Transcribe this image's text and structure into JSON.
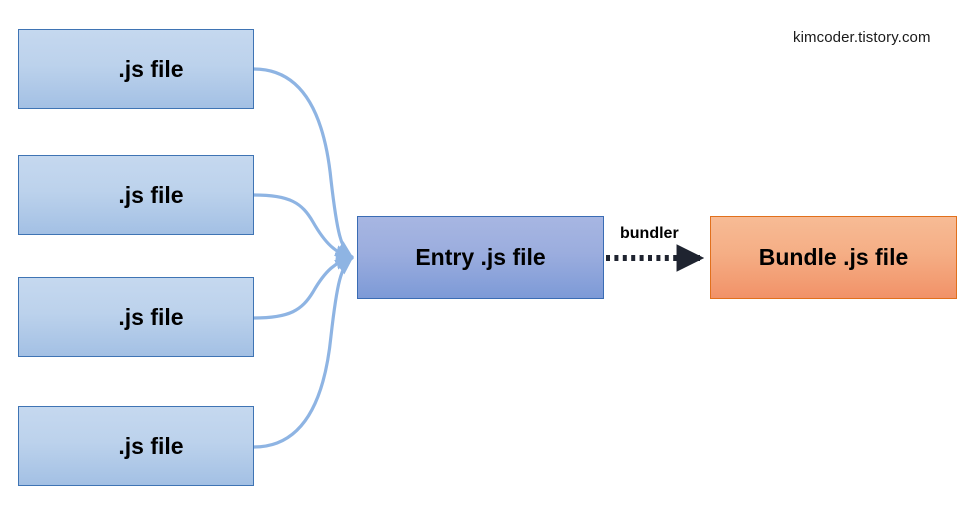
{
  "diagram": {
    "watermark": "kimcoder.tistory.com",
    "sources": [
      {
        "label": ".js file"
      },
      {
        "label": ".js file"
      },
      {
        "label": ".js file"
      },
      {
        "label": ".js file"
      }
    ],
    "entry": {
      "label": "Entry .js file"
    },
    "bundle": {
      "label": "Bundle .js file"
    },
    "edge_label": "bundler",
    "colors": {
      "source_fill_top": "#c5d8ef",
      "source_fill_bottom": "#a3c0e4",
      "source_border": "#3f74b4",
      "entry_fill_top": "#a7b6e2",
      "entry_fill_bottom": "#7d9ad7",
      "entry_border": "#3a6cb4",
      "bundle_fill_top": "#f7bb95",
      "bundle_fill_bottom": "#f19268",
      "bundle_border": "#e1701c",
      "curve_stroke": "#8eb4e3",
      "dotted_arrow": "#1f2430",
      "background": "#ffffff",
      "text": "#000000"
    }
  }
}
